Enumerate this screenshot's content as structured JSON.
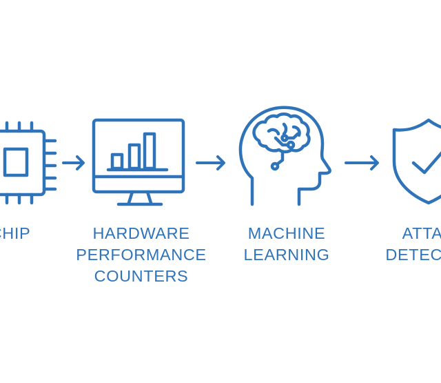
{
  "diagram": {
    "colors": {
      "stroke": "#2f73b9",
      "background": "#ffffff"
    },
    "steps": [
      {
        "icon": "chip-icon",
        "label_lines": [
          "CHIP"
        ]
      },
      {
        "icon": "monitor-bar-chart-icon",
        "label_lines": [
          "HARDWARE",
          "PERFORMANCE",
          "COUNTERS"
        ]
      },
      {
        "icon": "head-brain-icon",
        "label_lines": [
          "MACHINE",
          "LEARNING"
        ]
      },
      {
        "icon": "shield-check-icon",
        "label_lines": [
          "ATTACK",
          "DETECTION"
        ]
      }
    ],
    "connectors": [
      "arrow-right-icon",
      "arrow-right-icon",
      "arrow-right-icon"
    ]
  }
}
